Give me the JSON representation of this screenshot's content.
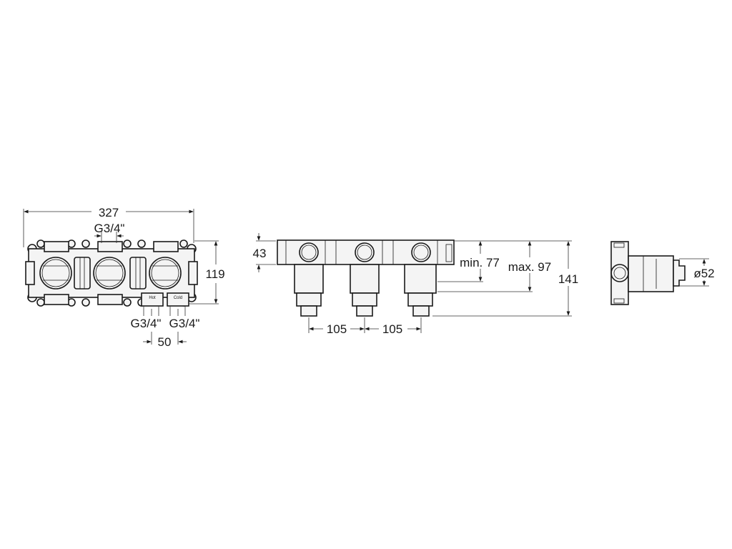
{
  "front_view": {
    "overall_width": "327",
    "top_connection": "G3/4\"",
    "height": "119",
    "inlet_hot": "G3/4\"",
    "inlet_cold": "G3/4\"",
    "inlet_spacing": "50",
    "label_hot": "Hot",
    "label_cold": "Cold"
  },
  "side_view": {
    "manifold_depth": "43",
    "min_depth": "min. 77",
    "max_depth": "max. 97",
    "total_depth": "141",
    "spacing_1": "105",
    "spacing_2": "105"
  },
  "end_view": {
    "diameter": "ø52"
  }
}
